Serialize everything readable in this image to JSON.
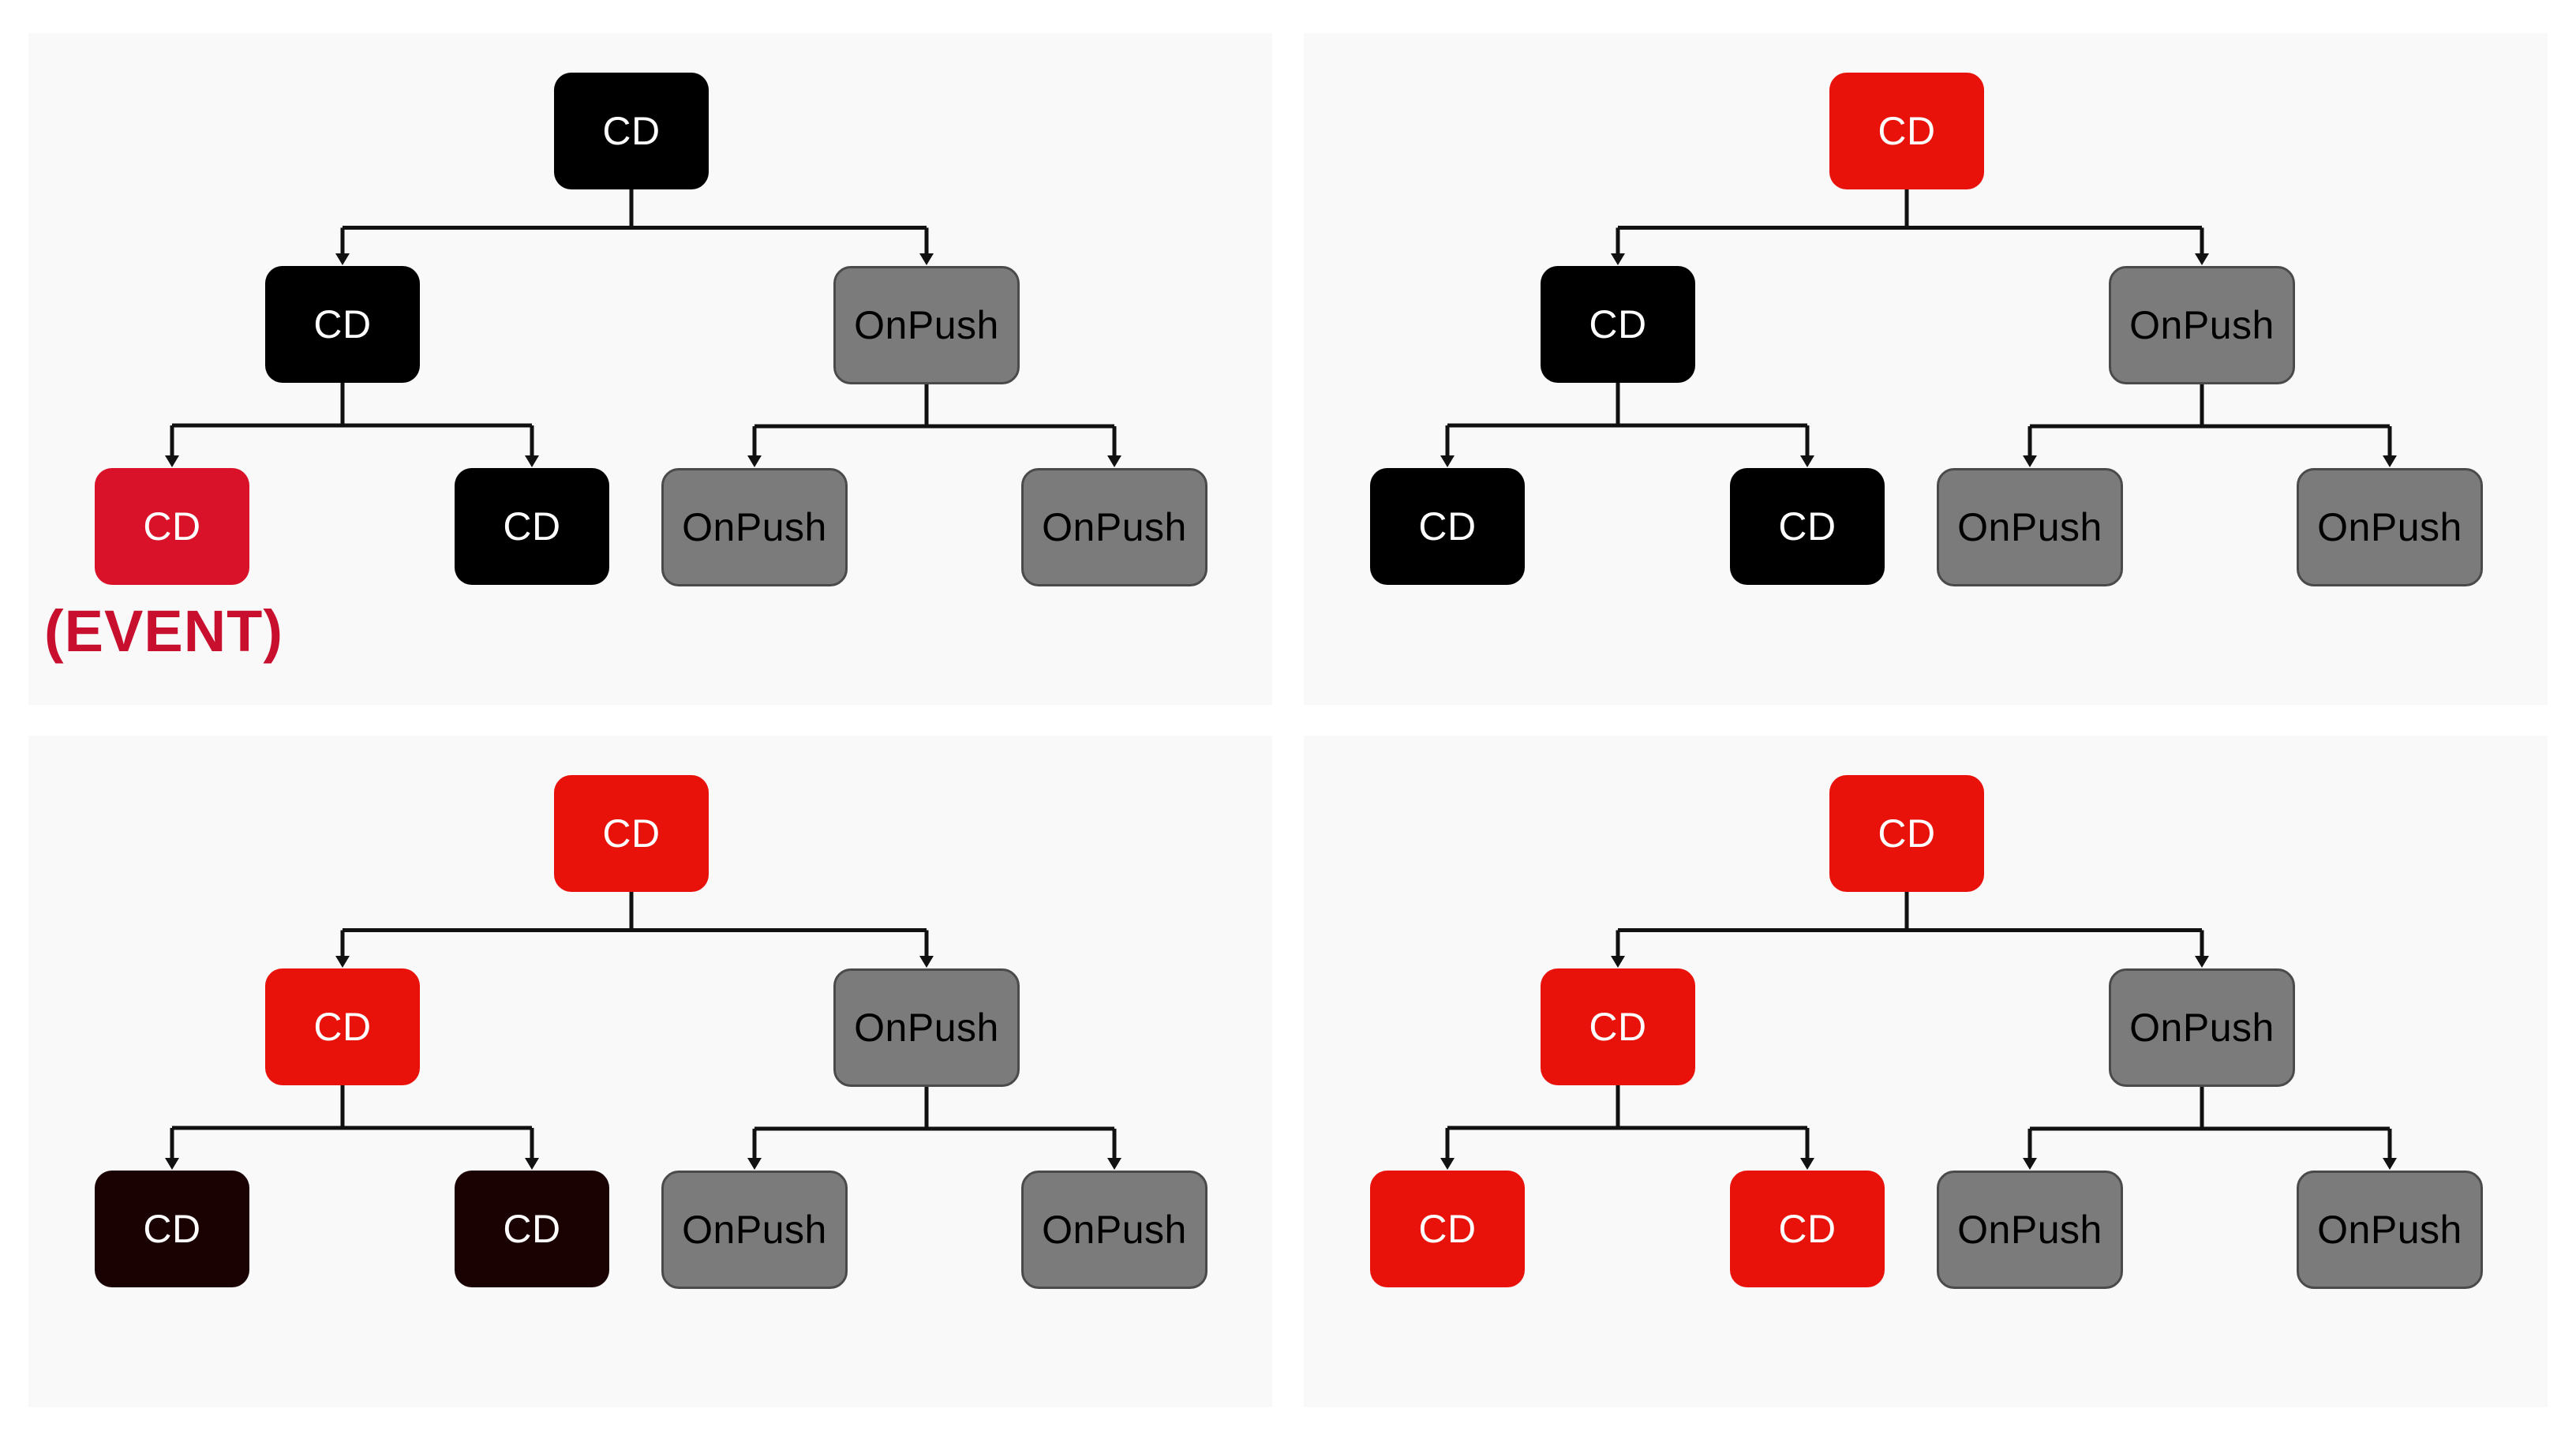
{
  "colors": {
    "black": "#000000",
    "red": "#e8120a",
    "event_red": "#d9122a",
    "dark_maroon": "#1a0203",
    "gray": "#7b7b7b",
    "event_text": "#c8102e"
  },
  "panels": [
    {
      "root": {
        "label": "CD",
        "color": "black"
      },
      "left": {
        "label": "CD",
        "color": "black"
      },
      "right": {
        "label": "OnPush",
        "color": "gray"
      },
      "ll": {
        "label": "CD",
        "color": "event_red"
      },
      "lr": {
        "label": "CD",
        "color": "black"
      },
      "rl": {
        "label": "OnPush",
        "color": "gray"
      },
      "rr": {
        "label": "OnPush",
        "color": "gray"
      },
      "event": "(EVENT)"
    },
    {
      "root": {
        "label": "CD",
        "color": "red"
      },
      "left": {
        "label": "CD",
        "color": "black"
      },
      "right": {
        "label": "OnPush",
        "color": "gray"
      },
      "ll": {
        "label": "CD",
        "color": "black"
      },
      "lr": {
        "label": "CD",
        "color": "black"
      },
      "rl": {
        "label": "OnPush",
        "color": "gray"
      },
      "rr": {
        "label": "OnPush",
        "color": "gray"
      }
    },
    {
      "root": {
        "label": "CD",
        "color": "red"
      },
      "left": {
        "label": "CD",
        "color": "red"
      },
      "right": {
        "label": "OnPush",
        "color": "gray"
      },
      "ll": {
        "label": "CD",
        "color": "dark_maroon"
      },
      "lr": {
        "label": "CD",
        "color": "dark_maroon"
      },
      "rl": {
        "label": "OnPush",
        "color": "gray"
      },
      "rr": {
        "label": "OnPush",
        "color": "gray"
      }
    },
    {
      "root": {
        "label": "CD",
        "color": "red"
      },
      "left": {
        "label": "CD",
        "color": "red"
      },
      "right": {
        "label": "OnPush",
        "color": "gray"
      },
      "ll": {
        "label": "CD",
        "color": "red"
      },
      "lr": {
        "label": "CD",
        "color": "red"
      },
      "rl": {
        "label": "OnPush",
        "color": "gray"
      },
      "rr": {
        "label": "OnPush",
        "color": "gray"
      }
    }
  ]
}
